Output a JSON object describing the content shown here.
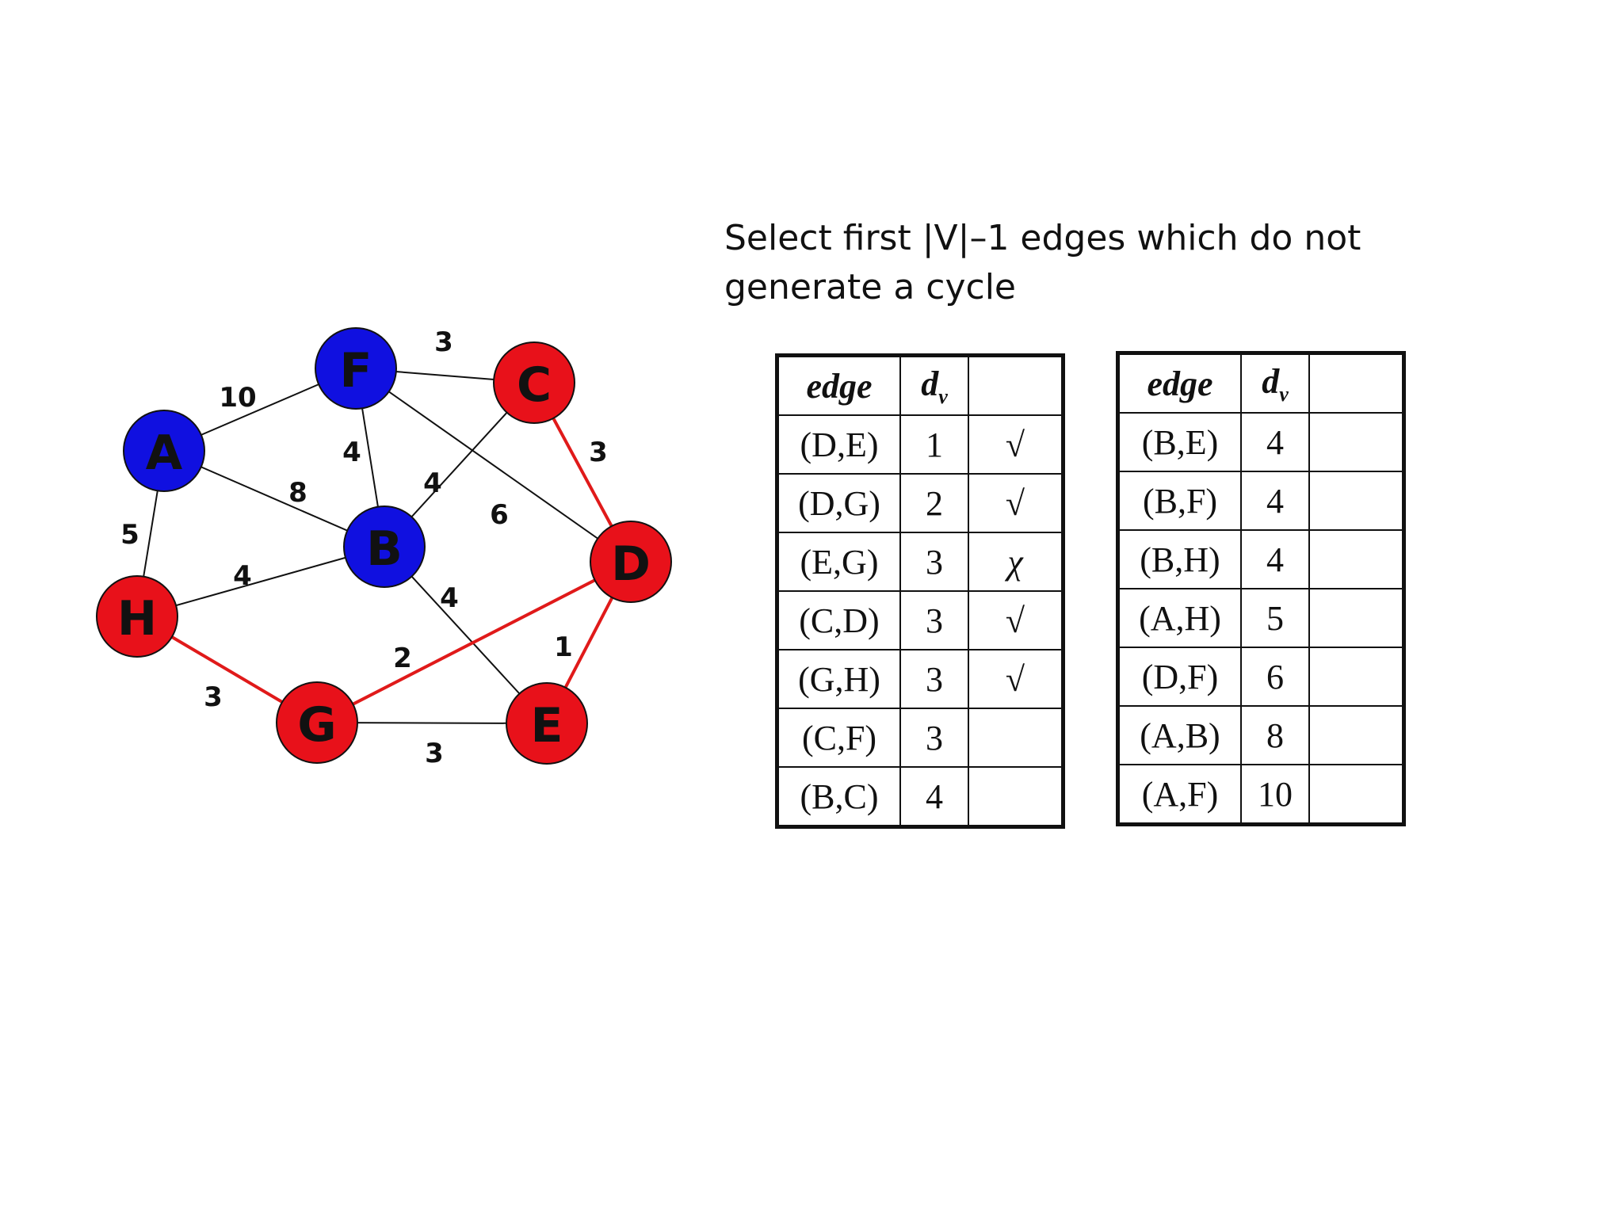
{
  "heading": {
    "line1": "Select first |V|–1 edges which do not",
    "line2": "generate a cycle"
  },
  "colors": {
    "tree_node": "#e8111a",
    "other_node": "#1010e0",
    "tree_edge": "#e01a1a",
    "edge": "#111111"
  },
  "graph": {
    "nodes": [
      {
        "id": "A",
        "label": "A",
        "color": "blue"
      },
      {
        "id": "F",
        "label": "F",
        "color": "blue"
      },
      {
        "id": "C",
        "label": "C",
        "color": "red"
      },
      {
        "id": "B",
        "label": "B",
        "color": "blue"
      },
      {
        "id": "D",
        "label": "D",
        "color": "red"
      },
      {
        "id": "H",
        "label": "H",
        "color": "red"
      },
      {
        "id": "G",
        "label": "G",
        "color": "red"
      },
      {
        "id": "E",
        "label": "E",
        "color": "red"
      }
    ],
    "edges": [
      {
        "from": "A",
        "to": "F",
        "weight": "10",
        "selected": false
      },
      {
        "from": "F",
        "to": "C",
        "weight": "3",
        "selected": false
      },
      {
        "from": "C",
        "to": "D",
        "weight": "3",
        "selected": true
      },
      {
        "from": "F",
        "to": "B",
        "weight": "4",
        "selected": false
      },
      {
        "from": "A",
        "to": "B",
        "weight": "8",
        "selected": false
      },
      {
        "from": "C",
        "to": "B",
        "weight": "4",
        "selected": false
      },
      {
        "from": "F",
        "to": "D",
        "weight": "6",
        "selected": false
      },
      {
        "from": "A",
        "to": "H",
        "weight": "5",
        "selected": false
      },
      {
        "from": "H",
        "to": "B",
        "weight": "4",
        "selected": false
      },
      {
        "from": "B",
        "to": "E",
        "weight": "4",
        "selected": false
      },
      {
        "from": "G",
        "to": "D",
        "weight": "2",
        "selected": true
      },
      {
        "from": "D",
        "to": "E",
        "weight": "1",
        "selected": true
      },
      {
        "from": "H",
        "to": "G",
        "weight": "3",
        "selected": true
      },
      {
        "from": "G",
        "to": "E",
        "weight": "3",
        "selected": false
      }
    ]
  },
  "tables": {
    "header": {
      "edge": "edge",
      "dv_main": "d",
      "dv_sub": "v"
    },
    "left": [
      {
        "edge": "(D,E)",
        "dv": "1",
        "mark": "√"
      },
      {
        "edge": "(D,G)",
        "dv": "2",
        "mark": "√"
      },
      {
        "edge": "(E,G)",
        "dv": "3",
        "mark": "χ"
      },
      {
        "edge": "(C,D)",
        "dv": "3",
        "mark": "√"
      },
      {
        "edge": "(G,H)",
        "dv": "3",
        "mark": "√"
      },
      {
        "edge": "(C,F)",
        "dv": "3",
        "mark": ""
      },
      {
        "edge": "(B,C)",
        "dv": "4",
        "mark": ""
      }
    ],
    "right": [
      {
        "edge": "(B,E)",
        "dv": "4",
        "mark": ""
      },
      {
        "edge": "(B,F)",
        "dv": "4",
        "mark": ""
      },
      {
        "edge": "(B,H)",
        "dv": "4",
        "mark": ""
      },
      {
        "edge": "(A,H)",
        "dv": "5",
        "mark": ""
      },
      {
        "edge": "(D,F)",
        "dv": "6",
        "mark": ""
      },
      {
        "edge": "(A,B)",
        "dv": "8",
        "mark": ""
      },
      {
        "edge": "(A,F)",
        "dv": "10",
        "mark": ""
      }
    ]
  }
}
